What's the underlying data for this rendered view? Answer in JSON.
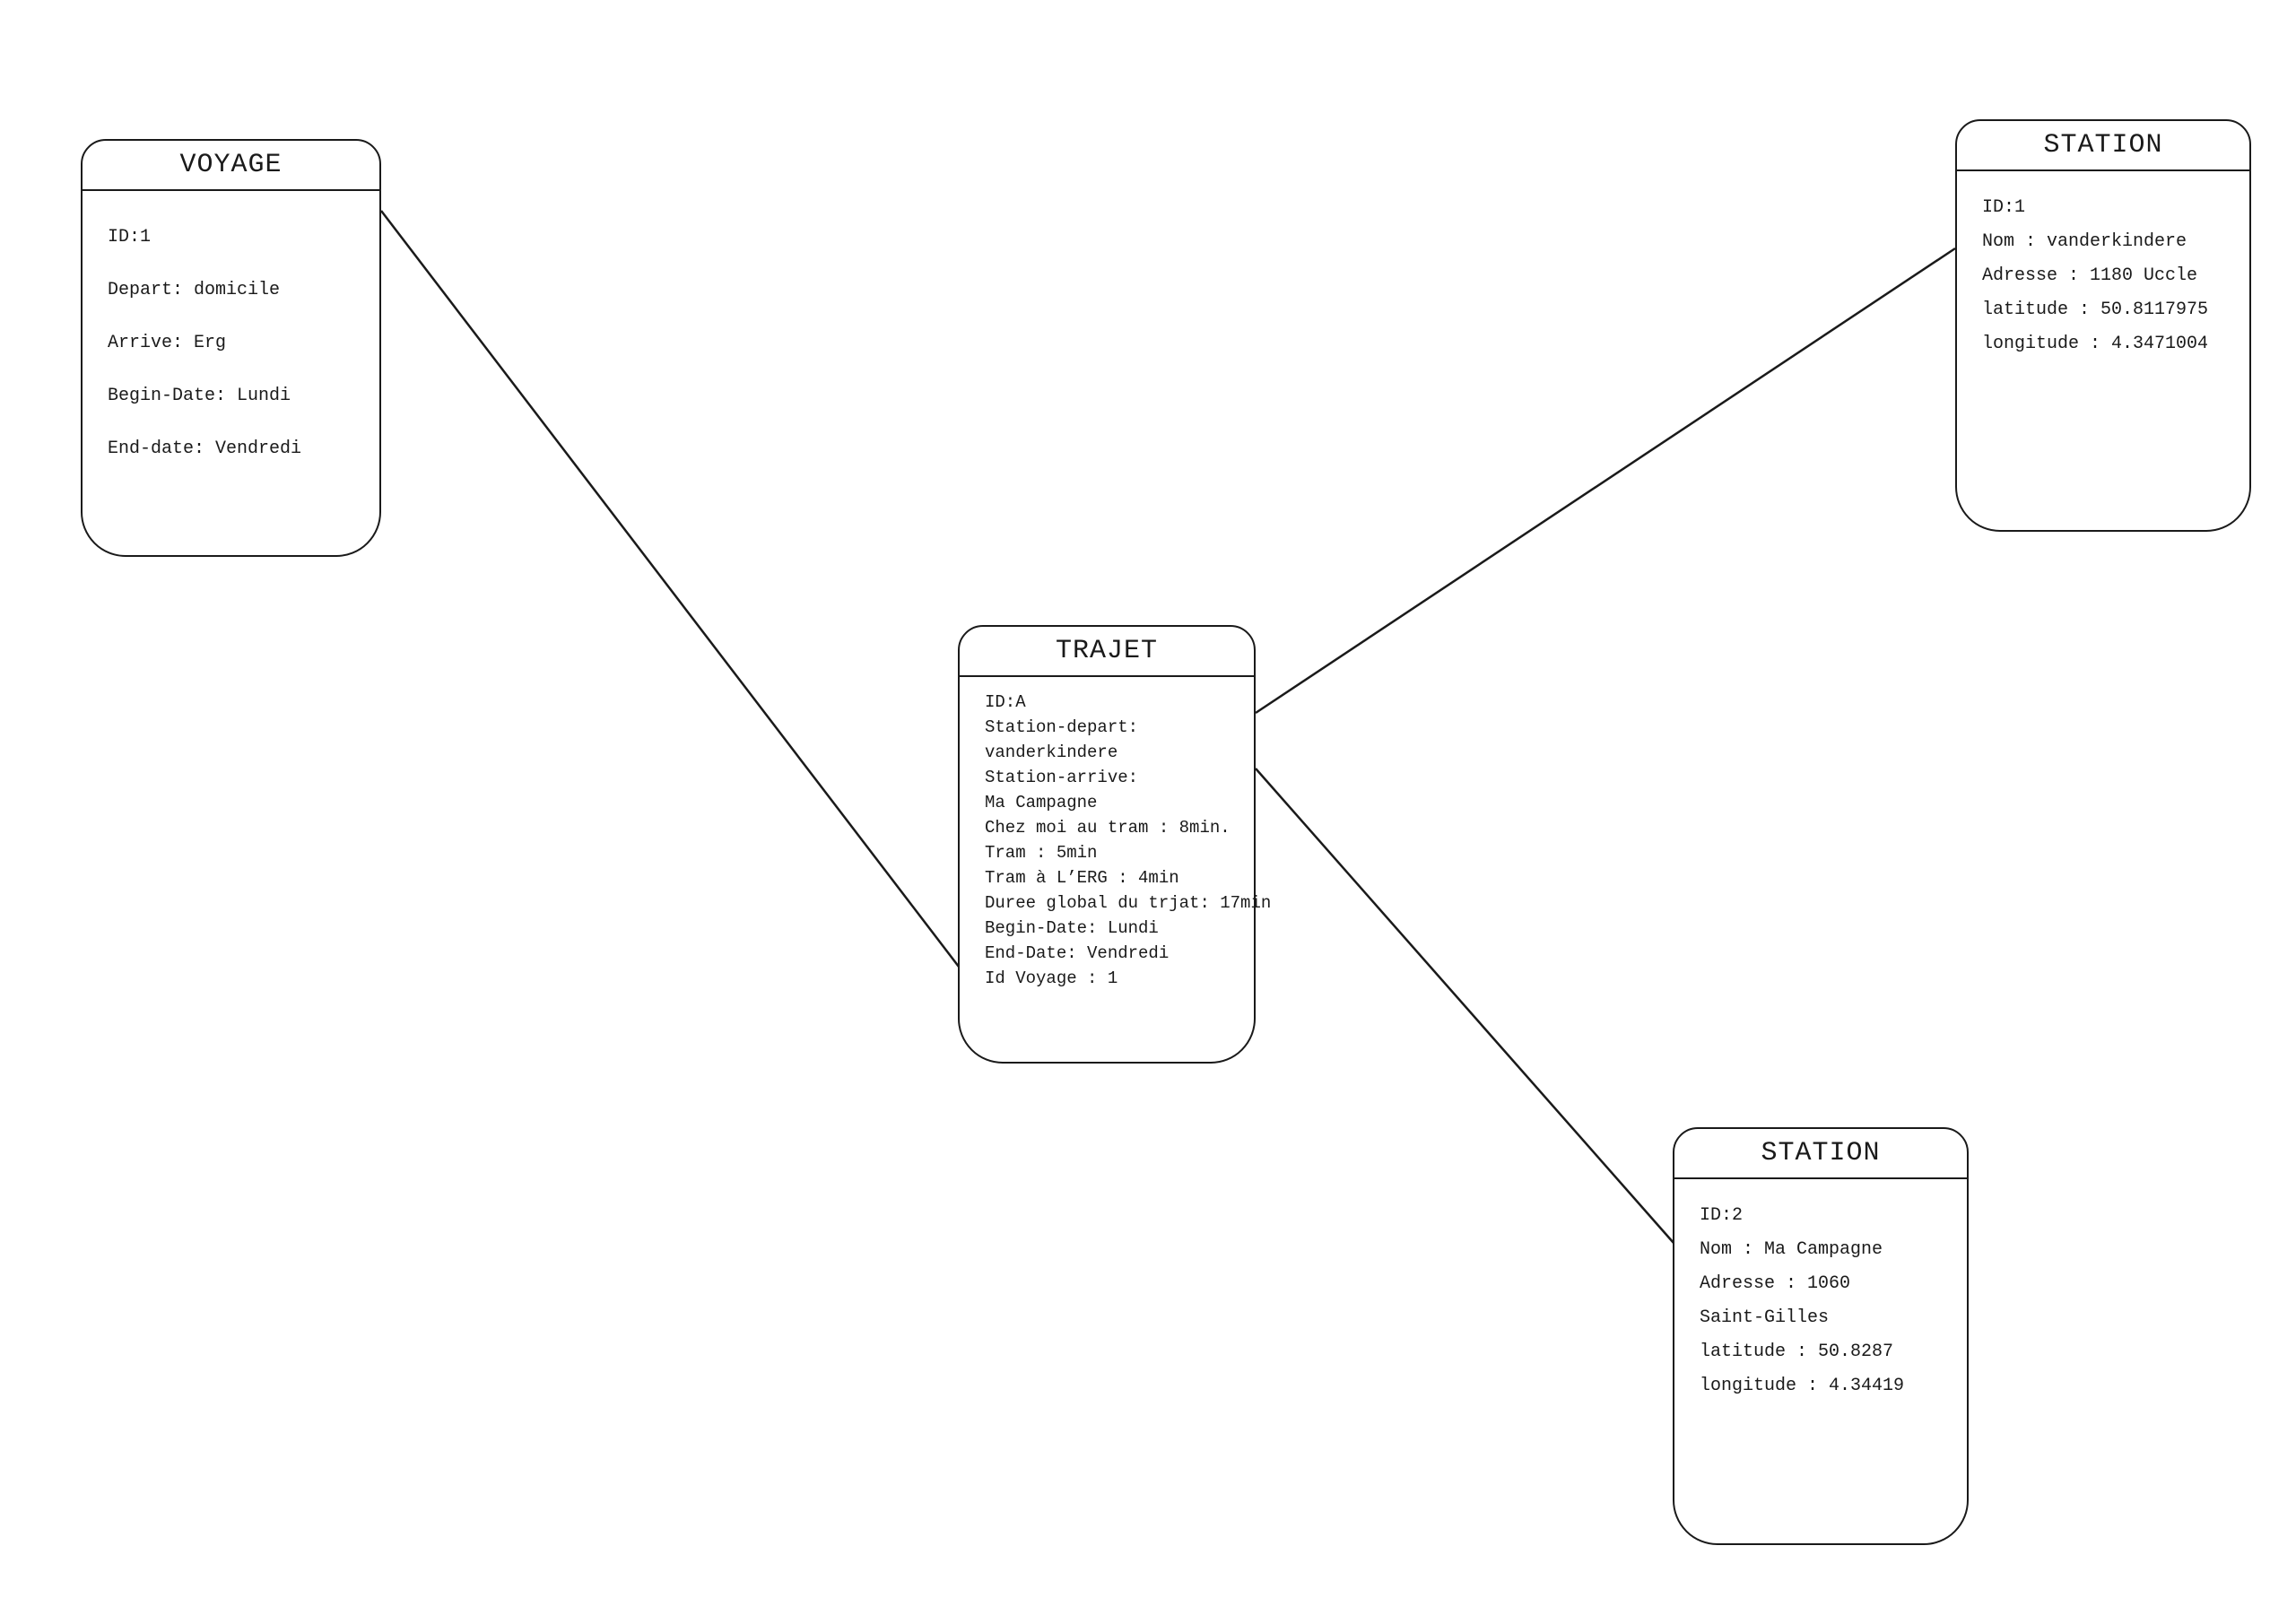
{
  "diagram": {
    "entities": [
      {
        "title": "VOYAGE",
        "lines": [
          "ID:1",
          "Depart: domicile",
          "Arrive: Erg",
          "Begin-Date: Lundi",
          "End-date: Vendredi"
        ]
      },
      {
        "title": "STATION",
        "lines": [
          "ID:1",
          "Nom : vanderkindere",
          "Adresse : 1180 Uccle",
          "latitude : 50.8117975",
          "longitude : 4.3471004"
        ]
      },
      {
        "title": "TRAJET",
        "lines": [
          "ID:A",
          "Station-depart:",
          "vanderkindere",
          "Station-arrive:",
          "Ma Campagne",
          "Chez moi au tram : 8min.",
          "Tram : 5min",
          "Tram à L’ERG : 4min",
          "Duree global du trjat: 17min",
          "Begin-Date: Lundi",
          "End-Date: Vendredi",
          "Id Voyage : 1"
        ]
      },
      {
        "title": "STATION",
        "lines": [
          "ID:2",
          "Nom : Ma Campagne",
          "Adresse : 1060",
          "Saint-Gilles",
          "latitude :  50.8287",
          "longitude : 4.34419"
        ]
      }
    ],
    "edge_color": "#1a1a1a",
    "background_color": "#ffffff"
  }
}
